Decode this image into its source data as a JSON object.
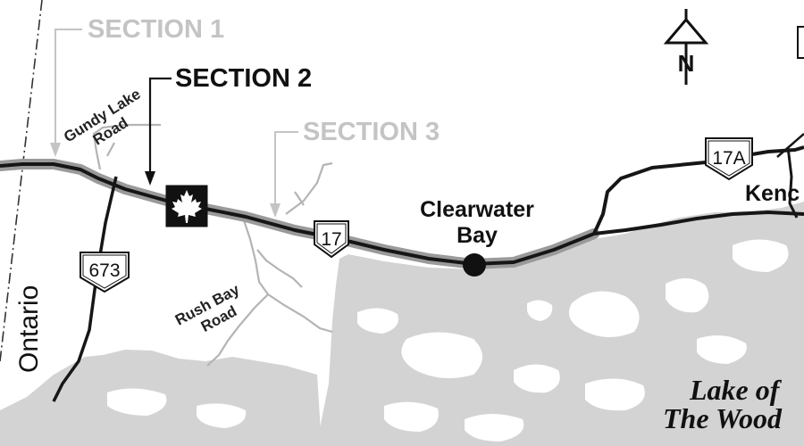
{
  "sections": [
    {
      "label": "SECTION 1",
      "color": "#c4c4c4"
    },
    {
      "label": "SECTION 2",
      "color": "#111111"
    },
    {
      "label": "SECTION 3",
      "color": "#c4c4c4"
    }
  ],
  "roads": {
    "gundy_line1": "Gundy Lake",
    "gundy_line2": "Road",
    "rush_line1": "Rush Bay",
    "rush_line2": "Road"
  },
  "highways": {
    "hwy_17": "17",
    "hwy_17a": "17A",
    "hwy_673": "673"
  },
  "places": {
    "town_line1": "Clearwater",
    "town_line2": "Bay",
    "kenora_partial": "Kenc",
    "province": "Ontario",
    "lake_line1": "Lake of",
    "lake_line2": "The Wood"
  },
  "compass": {
    "letter": "N"
  },
  "colors": {
    "water": "#d3d3d3",
    "highway": "#161616",
    "highway_highlight": "#9a9a9a",
    "minor_road": "#b4b4b4"
  },
  "icons": [
    "maple-leaf-icon",
    "north-arrow-icon",
    "town-dot-icon"
  ]
}
